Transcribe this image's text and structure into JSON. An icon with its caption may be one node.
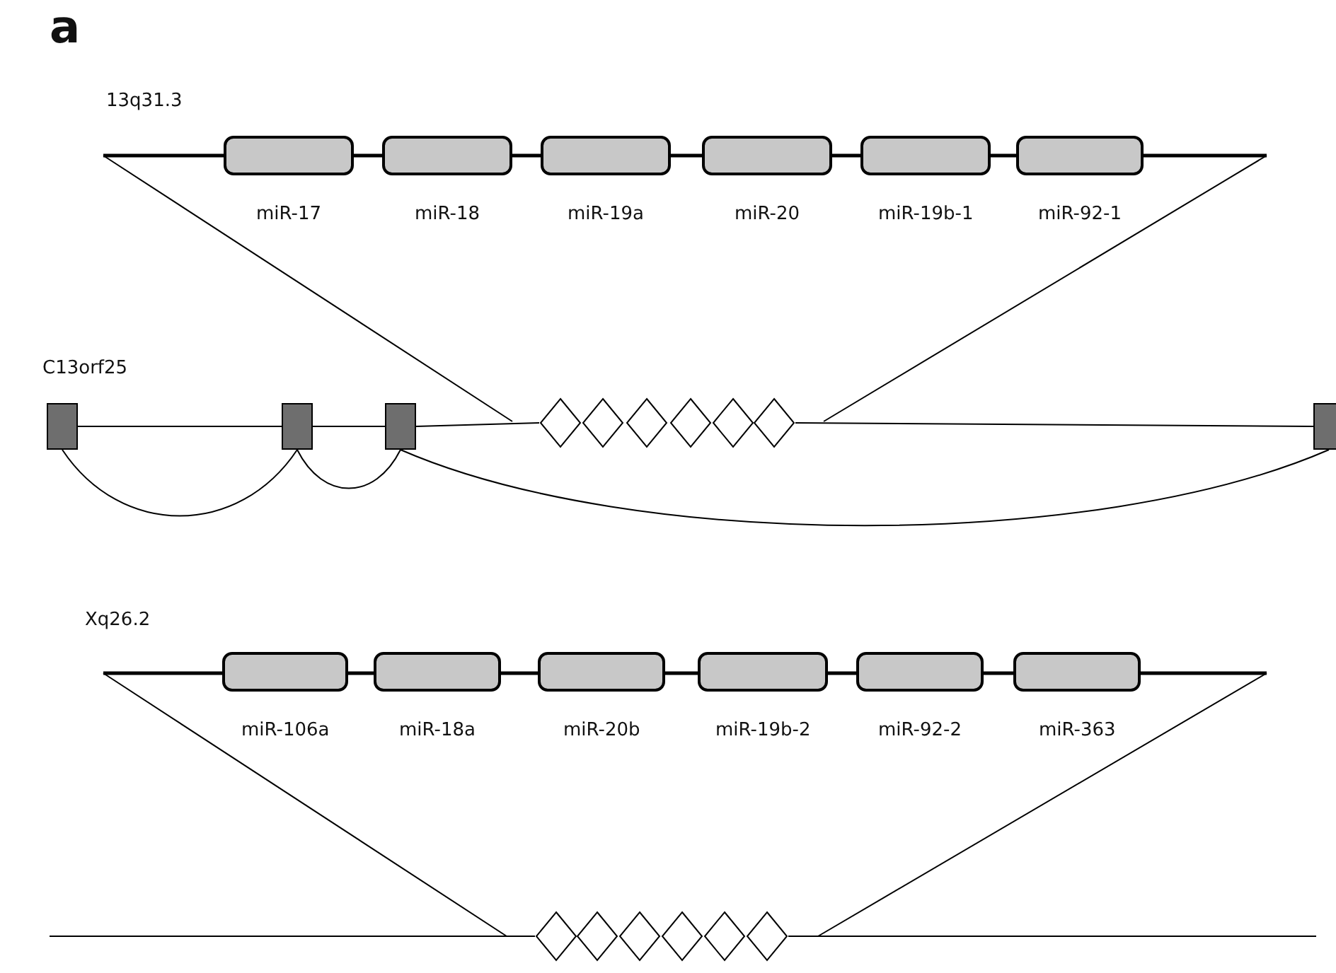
{
  "diagram": {
    "nodes": [
      {
        "text": [
          "miR-17"
        ]
      },
      {
        "text": [
          "miR-18"
        ]
      },
      {
        "text": [
          "miR-19a"
        ]
      },
      {
        "text": [
          "miR-20"
        ]
      },
      {
        "text": [
          "miR-19b-1"
        ]
      },
      {
        "text": [
          "miR-92-1"
        ]
      },
      {
        "text": [],
        "shape": "box"
      },
      {
        "text": [],
        "shape": "box"
      },
      {
        "text": [],
        "shape": "box"
      },
      {
        "text": [],
        "shape": "diamond"
      },
      {
        "text": [],
        "shape": "diamond"
      },
      {
        "text": [],
        "shape": "diamond"
      },
      {
        "text": [],
        "shape": "diamond"
      },
      {
        "text": [],
        "shape": "diamond"
      },
      {
        "text": [],
        "shape": "diamond"
      },
      {
        "text": [],
        "shape": "box"
      },
      {
        "text": [
          "miR-106a"
        ]
      },
      {
        "text": [
          "miR-18a"
        ]
      },
      {
        "text": [
          "miR-20b"
        ]
      },
      {
        "text": [
          "miR-19b-2"
        ]
      },
      {
        "text": [
          "miR-92-2"
        ]
      },
      {
        "text": [
          "miR-363"
        ]
      },
      {
        "text": [],
        "shape": "diamond"
      },
      {
        "text": [],
        "shape": "diamond"
      },
      {
        "text": [],
        "shape": "diamond"
      },
      {
        "text": [],
        "shape": "diamond"
      },
      {
        "text": [],
        "shape": "diamond"
      },
      {
        "text": [],
        "shape": "diamond"
      }
    ],
    "edges": [
      {
        "from": 6,
        "to": 7,
        "arrow": "none"
      },
      {
        "from": 7,
        "to": 8,
        "arrow": "none"
      },
      {
        "from": 8,
        "to": 15,
        "arrow": "none"
      },
      {
        "from": 6,
        "to": 7,
        "arrow": "none"
      },
      {
        "from": 7,
        "to": 8,
        "arrow": "none"
      },
      {
        "from": 8,
        "to": 9,
        "arrow": "none"
      },
      {
        "from": 14,
        "to": 15,
        "arrow": "none"
      },
      {
        "from": null,
        "to": 22,
        "arrow": "none"
      },
      {
        "from": 27,
        "to": null,
        "arrow": "none"
      }
    ],
    "labels": [
      "a",
      "13q31.3",
      "C13orf25",
      "Xq26.2"
    ]
  }
}
